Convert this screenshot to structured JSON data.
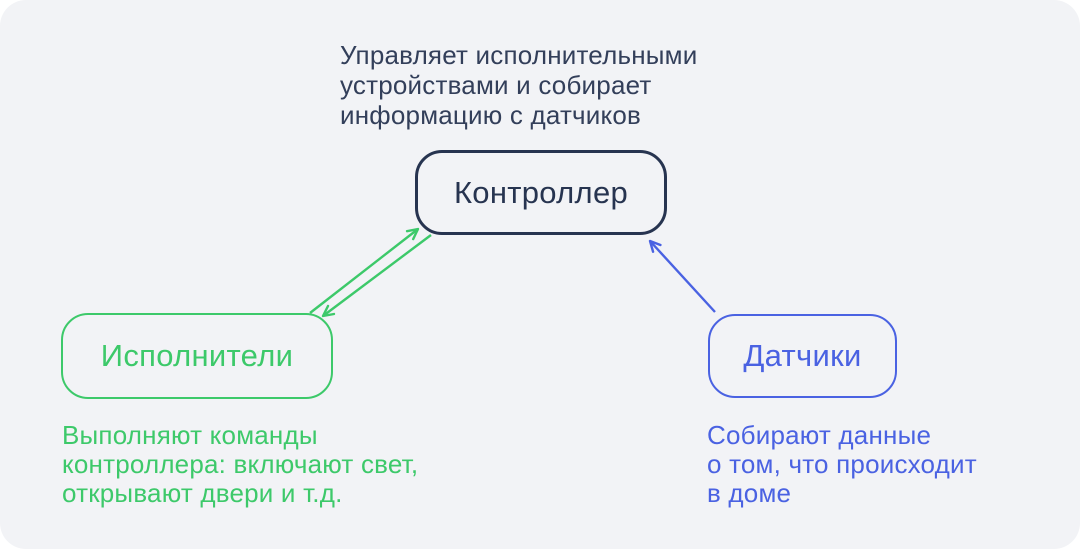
{
  "page": {
    "background": "#ffffff",
    "canvas_background": "#f2f3f6"
  },
  "colors": {
    "navy": "#273450",
    "navy_text": "#333f5a",
    "green": "#3dc96a",
    "blue": "#4a62e2"
  },
  "diagram": {
    "controller": {
      "label": "Контроллер",
      "caption": "Управляет исполнительными\nустройствами и собирает\nинформацию с датчиков",
      "color": "#273450"
    },
    "executors": {
      "label": "Исполнители",
      "caption": "Выполняют команды\nконтроллера: включают свет,\nоткрывают двери и т.д.",
      "color": "#3dc96a"
    },
    "sensors": {
      "label": "Датчики",
      "caption": "Собирают данные\nо том, что происходит\nв доме",
      "color": "#4a62e2"
    },
    "arrows": [
      {
        "name": "executors-to-controller",
        "from": "Исполнители",
        "to": "Контроллер",
        "color": "#3dc96a",
        "style": "line-with-open-arrowhead"
      },
      {
        "name": "controller-to-executors",
        "from": "Контроллер",
        "to": "Исполнители",
        "color": "#3dc96a",
        "style": "line-with-open-arrowhead"
      },
      {
        "name": "sensors-to-controller",
        "from": "Датчики",
        "to": "Контроллер",
        "color": "#4a62e2",
        "style": "line-with-open-arrowhead"
      }
    ]
  }
}
